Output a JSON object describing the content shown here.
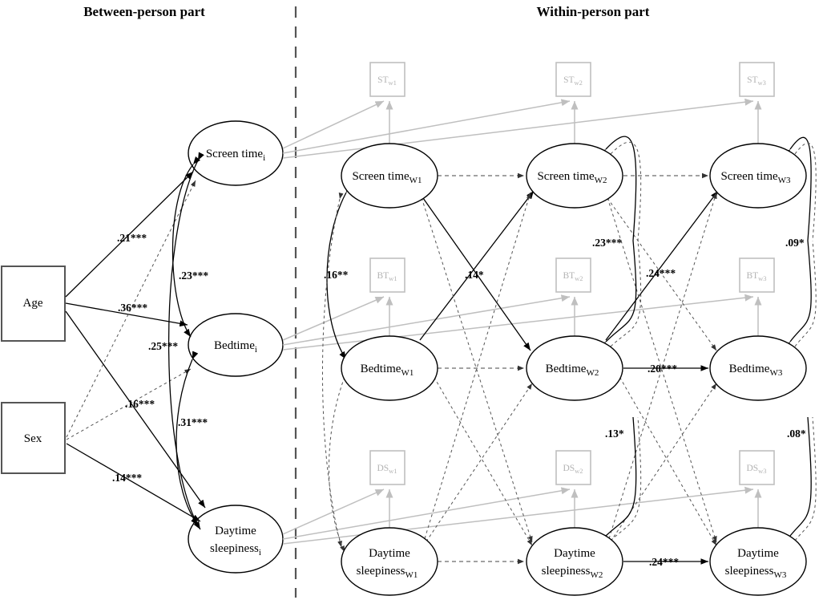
{
  "figure": {
    "type": "sem-path-diagram",
    "background": "#ffffff",
    "colors": {
      "ink": "#000000",
      "gray": "#bfbfbf",
      "dash": "#444444",
      "box_stroke": "#555555"
    }
  },
  "headers": {
    "between": "Between-person part",
    "within": "Within-person part"
  },
  "between": {
    "exogenous_boxes": [
      {
        "id": "age",
        "label": "Age"
      },
      {
        "id": "sex",
        "label": "Sex"
      }
    ],
    "latent_ellipses": [
      {
        "id": "st_b",
        "label": "Screen time",
        "sub": "i"
      },
      {
        "id": "bt_b",
        "label": "Bedtime",
        "sub": "i"
      },
      {
        "id": "ds_b",
        "label": "Daytime",
        "label2": "sleepiness",
        "sub": "i"
      }
    ],
    "coefficients": [
      {
        "id": "age-to-screentime",
        "value": ".21***"
      },
      {
        "id": "screentime-bedtime-cov",
        "value": ".23***"
      },
      {
        "id": "age-to-bedtime",
        "value": ".36***"
      },
      {
        "id": "sex-to-bedtime",
        "value": ".25***"
      },
      {
        "id": "sex-to-screentime",
        "value": ".16***"
      },
      {
        "id": "bedtime-sleepiness-cov",
        "value": ".31***"
      },
      {
        "id": "sex-to-sleepiness",
        "value": ".14***"
      }
    ]
  },
  "within": {
    "waves": [
      "W1",
      "W2",
      "W3"
    ],
    "rows": [
      {
        "id": "screen-time",
        "ellipses": [
          {
            "id": "st_w1",
            "label": "Screen time",
            "sub": "W1"
          },
          {
            "id": "st_w2",
            "label": "Screen time",
            "sub": "W2"
          },
          {
            "id": "st_w3",
            "label": "Screen time",
            "sub": "W3"
          }
        ],
        "indicators": [
          {
            "id": "st-ind-w1",
            "label": "ST",
            "sub": "w1"
          },
          {
            "id": "st-ind-w2",
            "label": "ST",
            "sub": "w2"
          },
          {
            "id": "st-ind-w3",
            "label": "ST",
            "sub": "w3"
          }
        ]
      },
      {
        "id": "bedtime",
        "ellipses": [
          {
            "id": "bt_w1",
            "label": "Bedtime",
            "sub": "W1"
          },
          {
            "id": "bt_w2",
            "label": "Bedtime",
            "sub": "W2"
          },
          {
            "id": "bt_w3",
            "label": "Bedtime",
            "sub": "W3"
          }
        ],
        "indicators": [
          {
            "id": "bt-ind-w1",
            "label": "BT",
            "sub": "w1"
          },
          {
            "id": "bt-ind-w2",
            "label": "BT",
            "sub": "w2"
          },
          {
            "id": "bt-ind-w3",
            "label": "BT",
            "sub": "w3"
          }
        ]
      },
      {
        "id": "daytime-sleepiness",
        "ellipses": [
          {
            "id": "ds_w1",
            "label": "Daytime",
            "label2": "sleepiness",
            "sub": "W1"
          },
          {
            "id": "ds_w2",
            "label": "Daytime",
            "label2": "sleepiness",
            "sub": "W2"
          },
          {
            "id": "ds_w3",
            "label": "Daytime",
            "label2": "sleepiness",
            "sub": "W3"
          }
        ],
        "indicators": [
          {
            "id": "ds-ind-w1",
            "label": "DS",
            "sub": "w1"
          },
          {
            "id": "ds-ind-w2",
            "label": "DS",
            "sub": "w2"
          },
          {
            "id": "ds-ind-w3",
            "label": "DS",
            "sub": "w3"
          }
        ]
      }
    ],
    "coefficients": [
      {
        "id": "w1-bedtime-screentime",
        "value": ".16**"
      },
      {
        "id": "w1-screentime-bedtime-cross",
        "value": ".14*"
      },
      {
        "id": "w2-screentime-resid",
        "value": ".23***"
      },
      {
        "id": "w2-bedtime-cross",
        "value": ".24***"
      },
      {
        "id": "w3-screentime-resid",
        "value": ".09*"
      },
      {
        "id": "bedtime-w2-to-w3",
        "value": ".20***"
      },
      {
        "id": "w2-sleepiness-resid",
        "value": ".13*"
      },
      {
        "id": "w3-sleepiness-resid",
        "value": ".08*"
      },
      {
        "id": "sleepiness-w2-to-w3",
        "value": ".24***"
      }
    ]
  },
  "chart_data": {
    "type": "diagram",
    "title": "Random intercept cross-lagged panel model",
    "panels": [
      "Between-person part",
      "Within-person part"
    ],
    "standardized_paths": [
      {
        "from": "Age",
        "to": "Screen time_i",
        "value": 0.21,
        "sig": "***",
        "style": "solid"
      },
      {
        "from": "Screen time_i",
        "to": "Bedtime_i",
        "value": 0.23,
        "sig": "***",
        "style": "covariance"
      },
      {
        "from": "Age",
        "to": "Bedtime_i",
        "value": 0.36,
        "sig": "***",
        "style": "solid"
      },
      {
        "from": "Sex",
        "to": "Bedtime_i",
        "value": 0.25,
        "sig": "***",
        "style": "solid"
      },
      {
        "from": "Sex",
        "to": "Screen time_i",
        "value": 0.16,
        "sig": "***",
        "style": "dashed"
      },
      {
        "from": "Bedtime_i",
        "to": "Daytime sleepiness_i",
        "value": 0.31,
        "sig": "***",
        "style": "covariance"
      },
      {
        "from": "Sex",
        "to": "Daytime sleepiness_i",
        "value": 0.14,
        "sig": "***",
        "style": "solid"
      },
      {
        "from": "Bedtime_W1",
        "to": "Screen time_W2",
        "value": 0.16,
        "sig": "**",
        "style": "solid"
      },
      {
        "from": "Screen time_W1",
        "to": "Bedtime_W2",
        "value": 0.14,
        "sig": "*",
        "style": "solid"
      },
      {
        "from": "Screen time_W2",
        "to": "Screen time_W3",
        "value": 0.23,
        "sig": "***",
        "style": "solid"
      },
      {
        "from": "Bedtime_W2",
        "to": "Screen time_W3",
        "value": 0.24,
        "sig": "***",
        "style": "solid"
      },
      {
        "from": "Screen time_W3",
        "to": "residual",
        "value": 0.09,
        "sig": "*",
        "style": "solid"
      },
      {
        "from": "Bedtime_W2",
        "to": "Bedtime_W3",
        "value": 0.2,
        "sig": "***",
        "style": "solid"
      },
      {
        "from": "Daytime sleepiness_W2",
        "to": "residual",
        "value": 0.13,
        "sig": "*",
        "style": "solid"
      },
      {
        "from": "Daytime sleepiness_W3",
        "to": "residual",
        "value": 0.08,
        "sig": "*",
        "style": "solid"
      },
      {
        "from": "Daytime sleepiness_W2",
        "to": "Daytime sleepiness_W3",
        "value": 0.24,
        "sig": "***",
        "style": "solid"
      }
    ]
  }
}
